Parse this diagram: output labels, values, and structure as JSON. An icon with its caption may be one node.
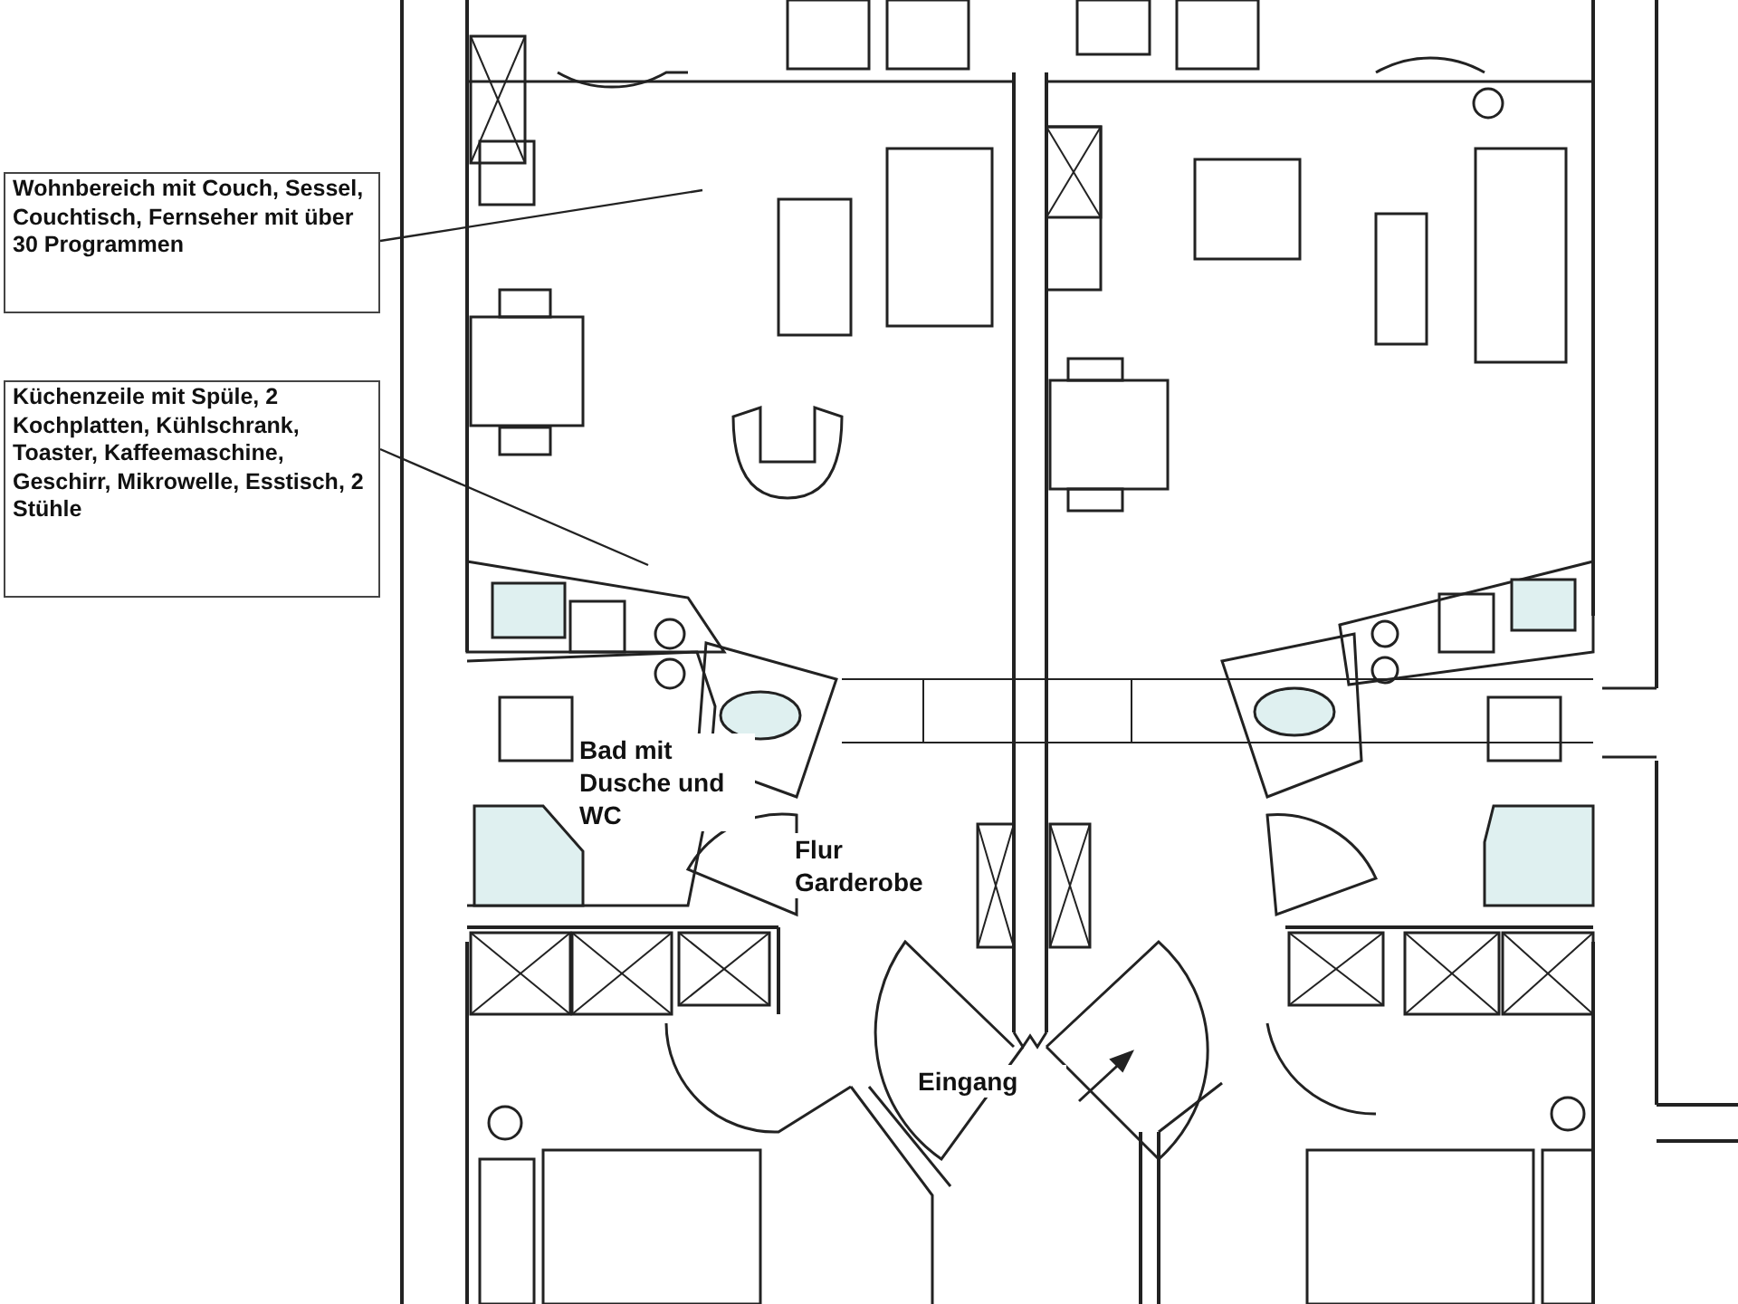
{
  "diagram": {
    "nodes": [
      {
        "text": [
          "Wohnbereich mit Couch, Sessel, Couchtisch, Fernseher mit über 30 Programmen"
        ]
      },
      {
        "text": [
          "Küchenzeile mit Spüle, 2 Kochplatten, Kühlschrank, Toaster, Kaffeemaschine, Geschirr, Mikrowelle, Esstisch, 2 Stühle"
        ]
      }
    ],
    "edges": [
      {
        "from": 0,
        "to": null,
        "arrow": "none"
      },
      {
        "from": 1,
        "to": null,
        "arrow": "none"
      }
    ],
    "labels": [
      "Bad mit Dusche und WC",
      "Flur Garderobe",
      "Eingang"
    ]
  }
}
